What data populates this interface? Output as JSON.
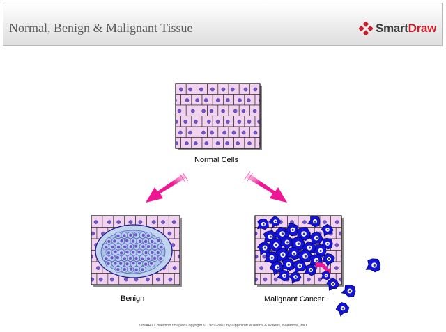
{
  "header": {
    "title": "Normal, Benign & Malignant Tissue",
    "brand": {
      "name_part1": "Smart",
      "name_part2": "Draw",
      "icon": "smartdraw-diamond-icon",
      "color": "#c8202a"
    }
  },
  "diagram": {
    "labels": {
      "normal": "Normal Cells",
      "benign": "Benign",
      "malignant": "Malignant Cancer"
    },
    "colors": {
      "cell_fill": "#f3d2f0",
      "nucleus": "#6e56c8",
      "cancer_cell": "#1212d8",
      "arrow": "#ee1693",
      "tumor_fill": "#a9c3ea"
    }
  },
  "footer": {
    "copyright": "LifeART Collection Images Copyright © 1989-2001 by Lippincott Williams & Wilkins, Baltimore, MD"
  }
}
